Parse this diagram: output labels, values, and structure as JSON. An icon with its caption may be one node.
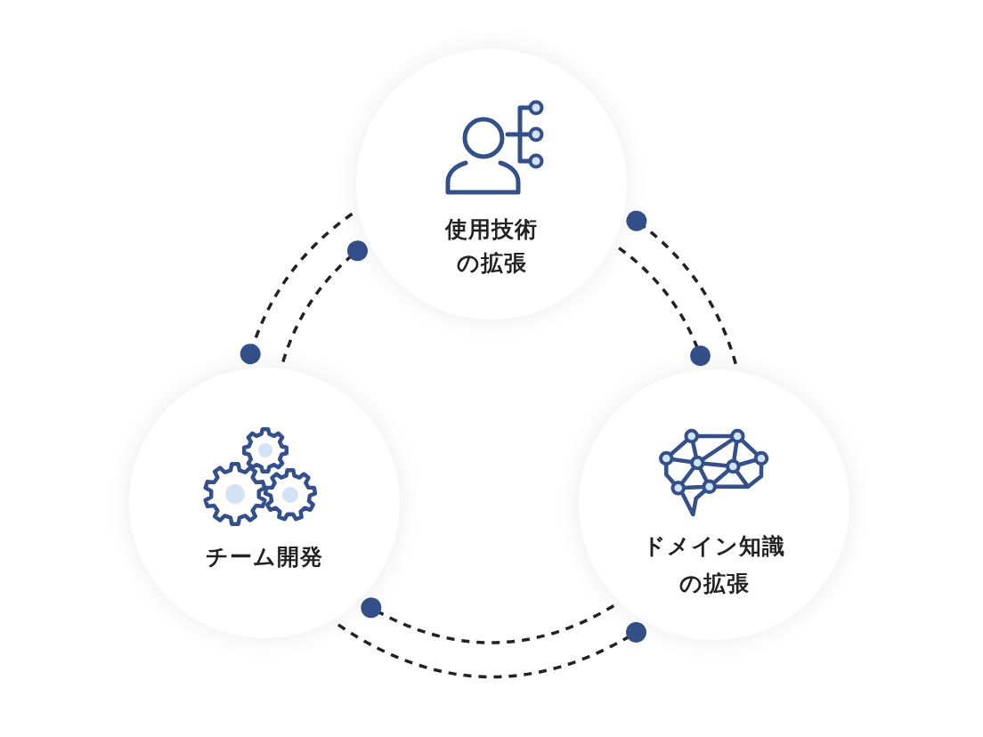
{
  "diagram": {
    "nodes": [
      {
        "text": [
          "使用技術の拡張"
        ]
      },
      {
        "text": [
          "チーム開発"
        ]
      },
      {
        "text": [
          "ドメイン知識の拡張"
        ]
      }
    ],
    "edges": [
      {
        "from": 0,
        "to": 1,
        "arrow": "other",
        "style": "dashed"
      },
      {
        "from": 1,
        "to": 0,
        "arrow": "other",
        "style": "dashed"
      },
      {
        "from": 2,
        "to": 0,
        "arrow": "other",
        "style": "dashed"
      },
      {
        "from": 0,
        "to": 2,
        "arrow": "other",
        "style": "dashed"
      },
      {
        "from": 2,
        "to": 1,
        "arrow": "other",
        "style": "dashed"
      },
      {
        "from": 1,
        "to": 2,
        "arrow": "other",
        "style": "dashed"
      }
    ]
  }
}
